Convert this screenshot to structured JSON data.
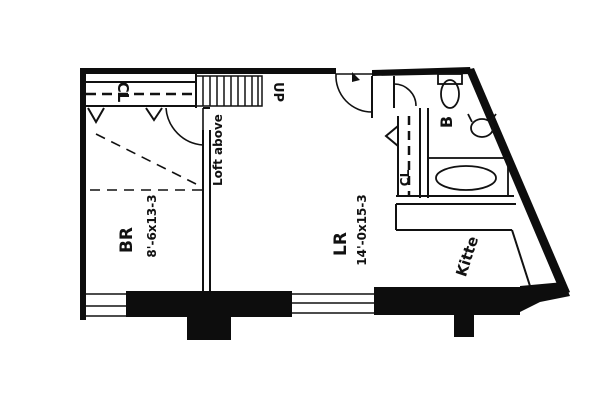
{
  "colors": {
    "ink": "#111111",
    "paper": "#ffffff",
    "wall": "#0d0d0d"
  },
  "rooms": {
    "bedroom": {
      "name": "BR",
      "dimensions": "8'-6x13-3"
    },
    "living_room": {
      "name": "LR",
      "dimensions": "14'-0x15-3"
    },
    "kitchenette": {
      "name": "Kitte"
    },
    "bath": {
      "name": "B"
    }
  },
  "notes": {
    "loft": "Loft above",
    "stair_direction": "UP"
  },
  "closets": {
    "bedroom_closet": "CL",
    "bath_closet": "CL"
  },
  "icons": [
    "stair-icon",
    "door-swing-icon",
    "bathtub-icon",
    "toilet-icon",
    "sink-icon",
    "window-icon"
  ]
}
